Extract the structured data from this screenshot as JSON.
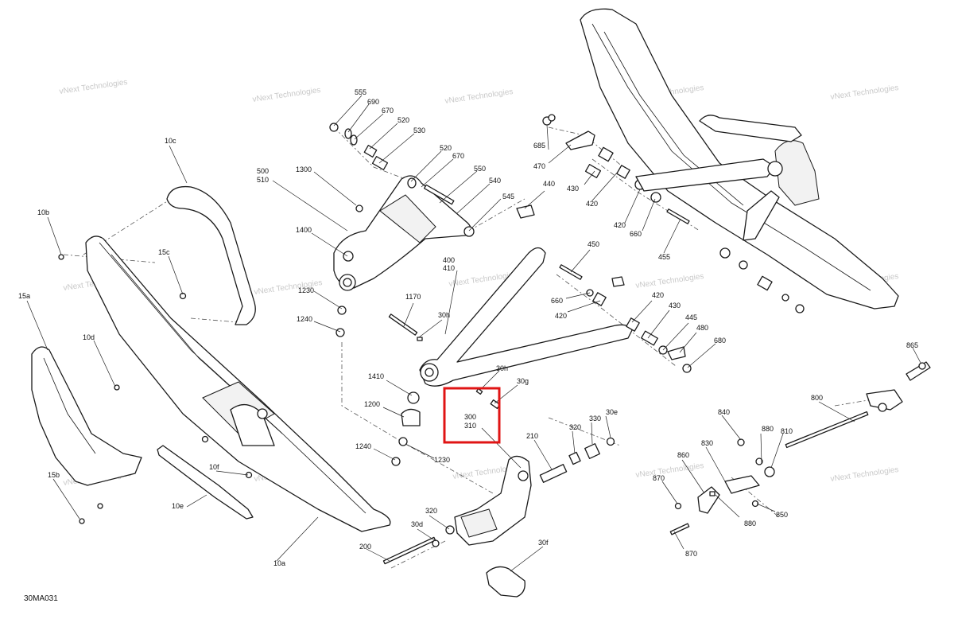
{
  "diagram_code": "30MA031",
  "watermark_text": "vNext Technologies",
  "highlight_color": "#e01414",
  "labels": {
    "p555": "555",
    "p690": "690",
    "p670a": "670",
    "p520a": "520",
    "p530": "530",
    "p520b": "520",
    "p670b": "670",
    "p550": "550",
    "p540": "540",
    "p545": "545",
    "p500": "500",
    "p510": "510",
    "p1300": "1300",
    "p1400": "1400",
    "p1230a": "1230",
    "p1240a": "1240",
    "p1170": "1170",
    "p30h_a": "30h",
    "p400": "400",
    "p410": "410",
    "p30h_b": "30h",
    "p30g": "30g",
    "p300": "300",
    "p310": "310",
    "p1410": "1410",
    "p1200": "1200",
    "p1240b": "1240",
    "p1230b": "1230",
    "p685": "685",
    "p470": "470",
    "p440": "440",
    "p430a": "430",
    "p420a": "420",
    "p420b": "420",
    "p660a": "660",
    "p455": "455",
    "p450": "450",
    "p660b": "660",
    "p420c": "420",
    "p420d": "420",
    "p430b": "430",
    "p445": "445",
    "p480": "480",
    "p680": "680",
    "p210": "210",
    "p320a": "320",
    "p330": "330",
    "p30e": "30e",
    "p320b": "320",
    "p30d": "30d",
    "p200": "200",
    "p30f": "30f",
    "p10c": "10c",
    "p10b": "10b",
    "p15c": "15c",
    "p15a": "15a",
    "p10d": "10d",
    "p10f": "10f",
    "p10e": "10e",
    "p15b": "15b",
    "p10a": "10a",
    "p865": "865",
    "p800": "800",
    "p840": "840",
    "p880a": "880",
    "p810": "810",
    "p830": "830",
    "p860": "860",
    "p870a": "870",
    "p880b": "880",
    "p850": "850",
    "p870b": "870"
  }
}
